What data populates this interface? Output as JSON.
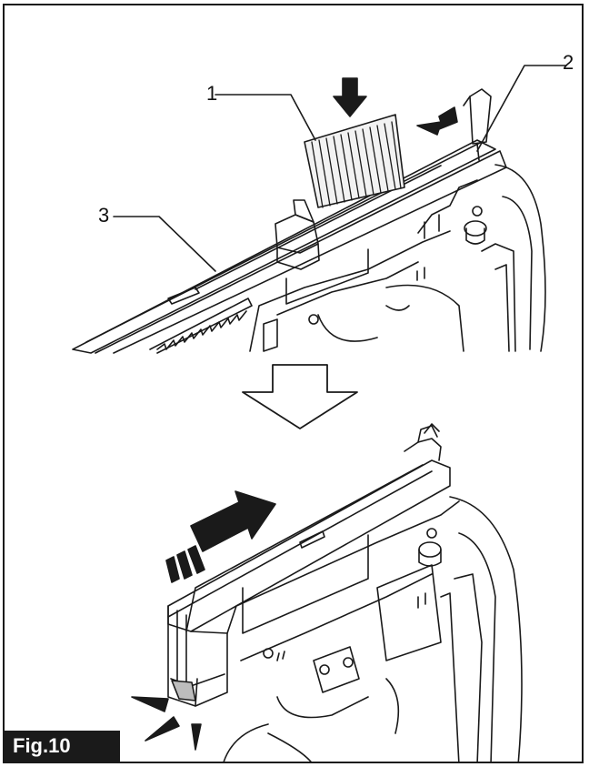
{
  "figure": {
    "label": "Fig.10",
    "callouts": [
      "1",
      "2",
      "3"
    ]
  },
  "colors": {
    "line": "#1a1a1a",
    "fill": "#ffffff"
  }
}
